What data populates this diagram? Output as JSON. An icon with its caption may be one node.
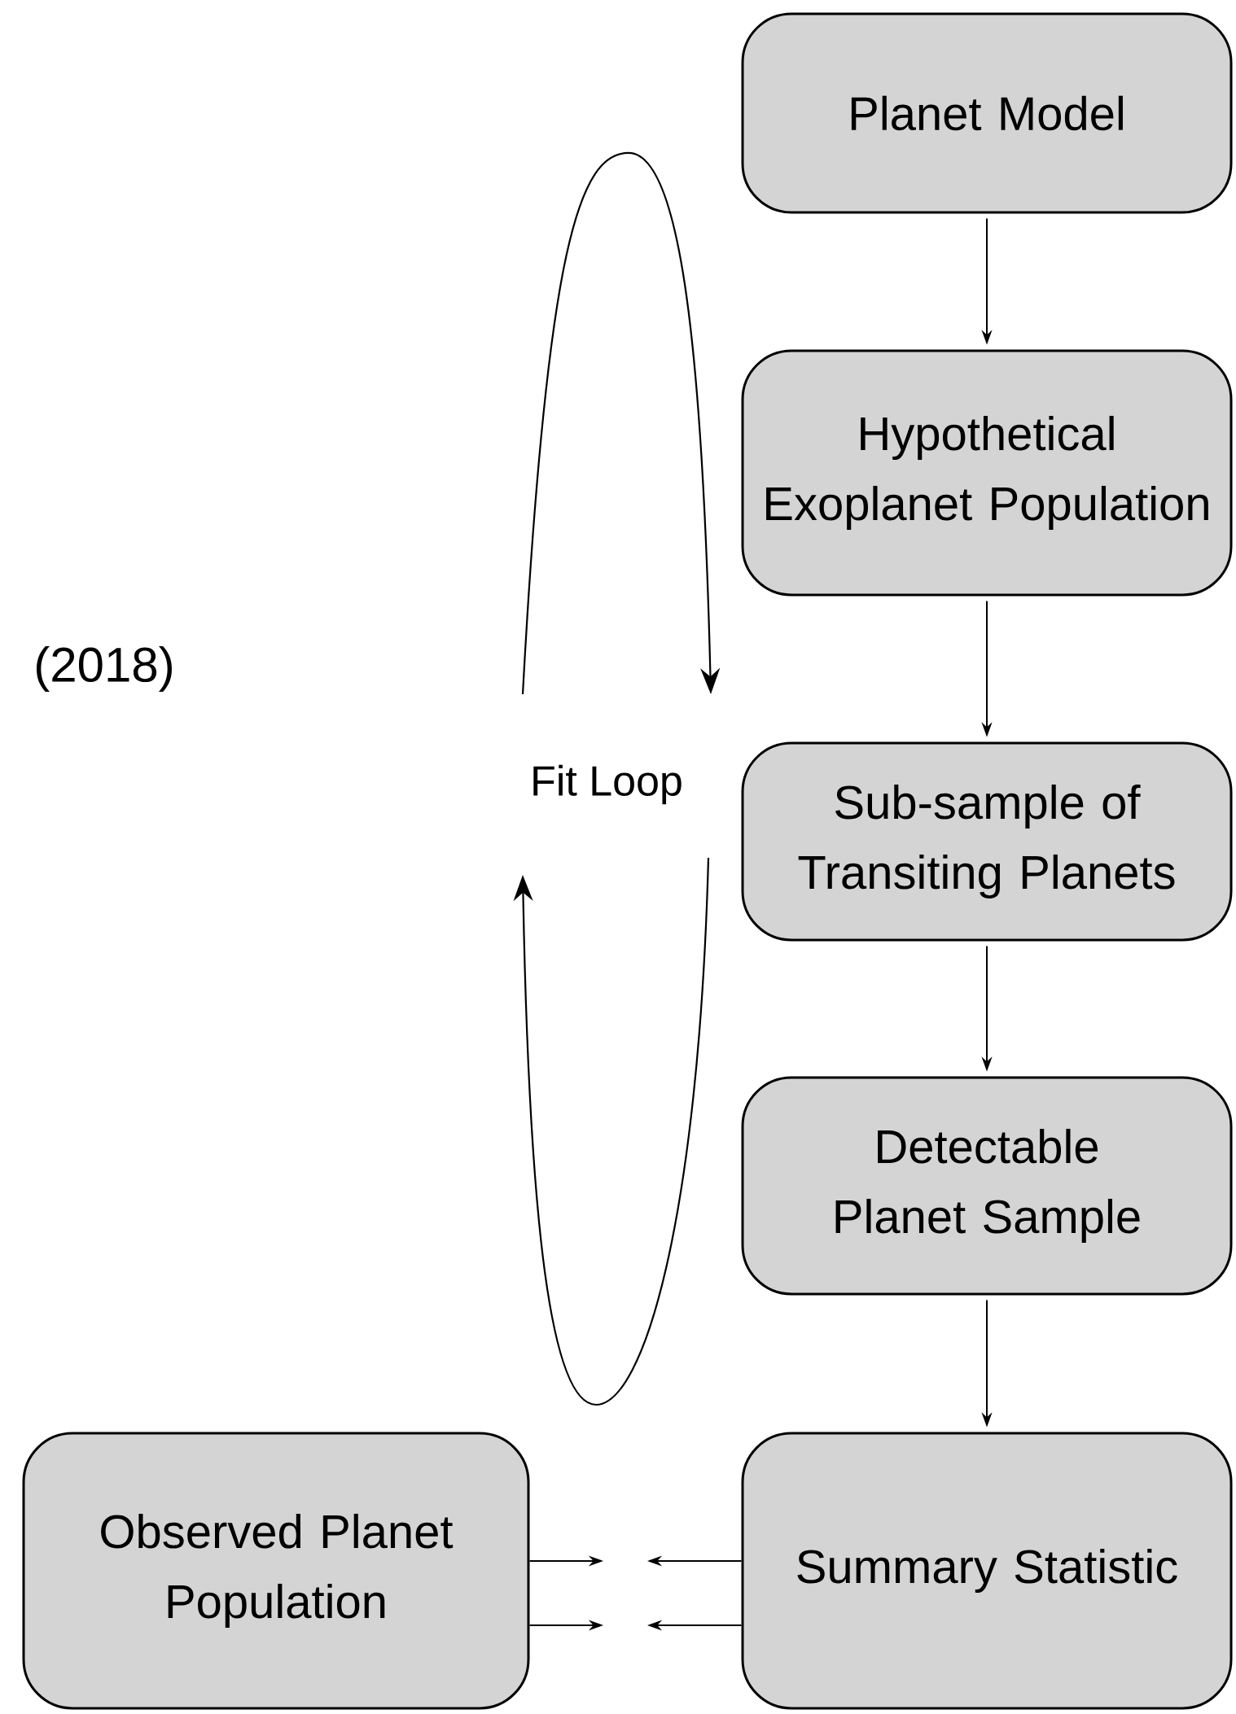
{
  "diagram": {
    "nodes": [
      {
        "text": [
          "Planet Model"
        ]
      },
      {
        "text": [
          "Hypothetical Exoplanet Population"
        ]
      },
      {
        "text": [
          "Sub-sample of Transiting Planets"
        ]
      },
      {
        "text": [
          "Detectable Planet Sample"
        ]
      },
      {
        "text": [
          "Summary Statistic"
        ]
      },
      {
        "text": [
          "Observed Planet Population"
        ]
      }
    ],
    "edges": [
      {
        "from": 0,
        "to": 1,
        "arrow": "to"
      },
      {
        "from": 1,
        "to": 2,
        "arrow": "to"
      },
      {
        "from": 2,
        "to": 3,
        "arrow": "to"
      },
      {
        "from": 3,
        "to": 4,
        "arrow": "to"
      },
      {
        "from": 5,
        "to": null,
        "arrow": "to"
      },
      {
        "from": 5,
        "to": null,
        "arrow": "to"
      },
      {
        "from": 4,
        "to": null,
        "arrow": "to"
      },
      {
        "from": 4,
        "to": null,
        "arrow": "to"
      }
    ],
    "labels": [
      "(2018)",
      "Fit Loop"
    ]
  }
}
